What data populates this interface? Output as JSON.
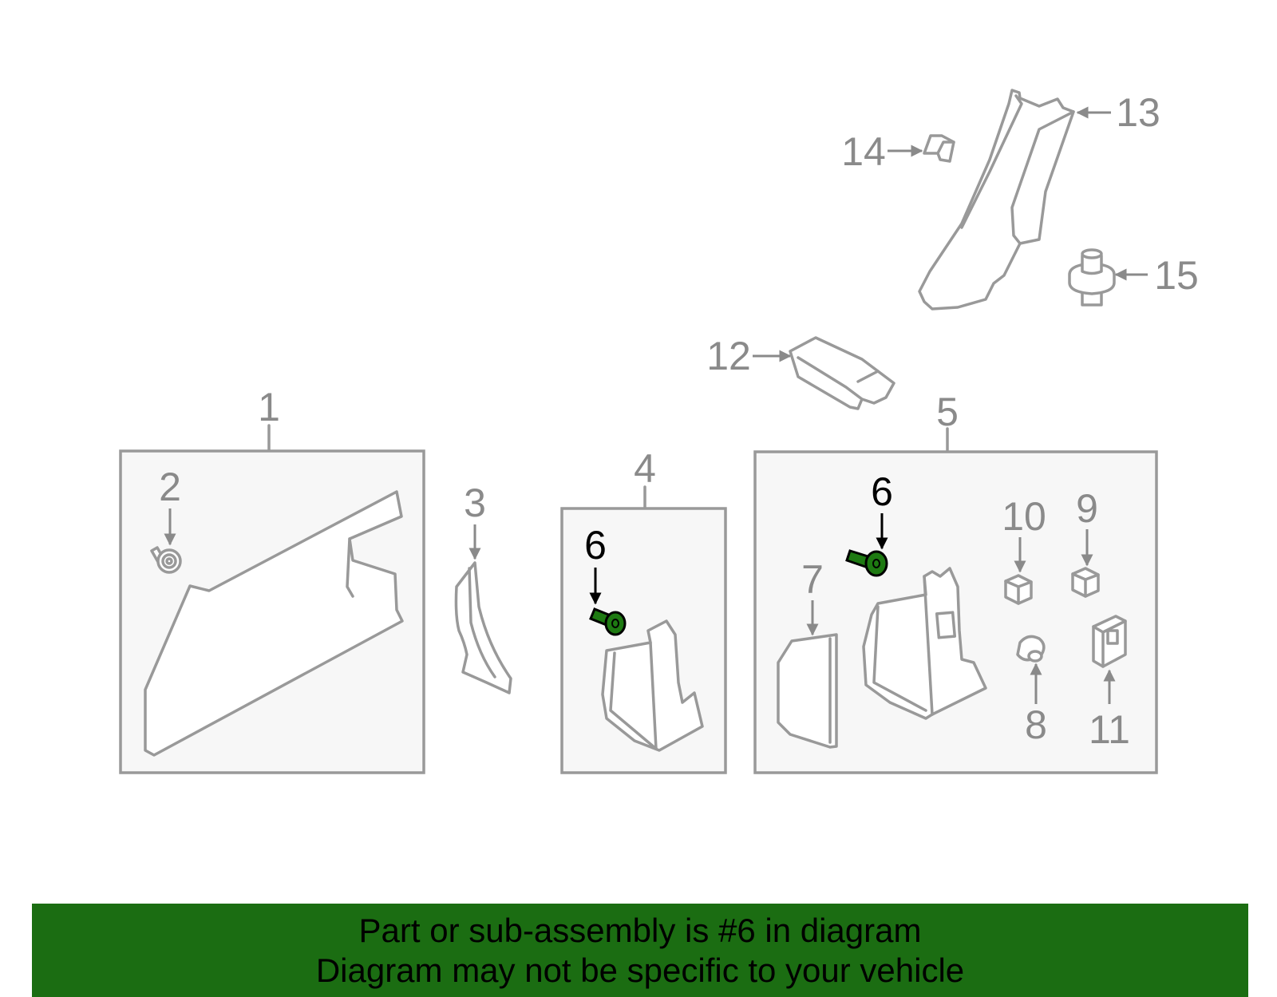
{
  "diagram": {
    "callouts": {
      "c1": "1",
      "c2": "2",
      "c3": "3",
      "c4": "4",
      "c5": "5",
      "c6": "6",
      "c7": "7",
      "c8": "8",
      "c9": "9",
      "c10": "10",
      "c11": "11",
      "c12": "12",
      "c13": "13",
      "c14": "14",
      "c15": "15"
    },
    "highlight_part": "6",
    "colors": {
      "outline": "#999999",
      "label": "#8a8a8a",
      "highlight_fill": "#1e7a12",
      "highlight_label": "#000000",
      "box_fill": "#f7f7f7"
    }
  },
  "banner": {
    "line1": "Part or sub-assembly is #6 in diagram",
    "line2": "Diagram may not be specific to your vehicle",
    "background": "#1b6d12"
  }
}
